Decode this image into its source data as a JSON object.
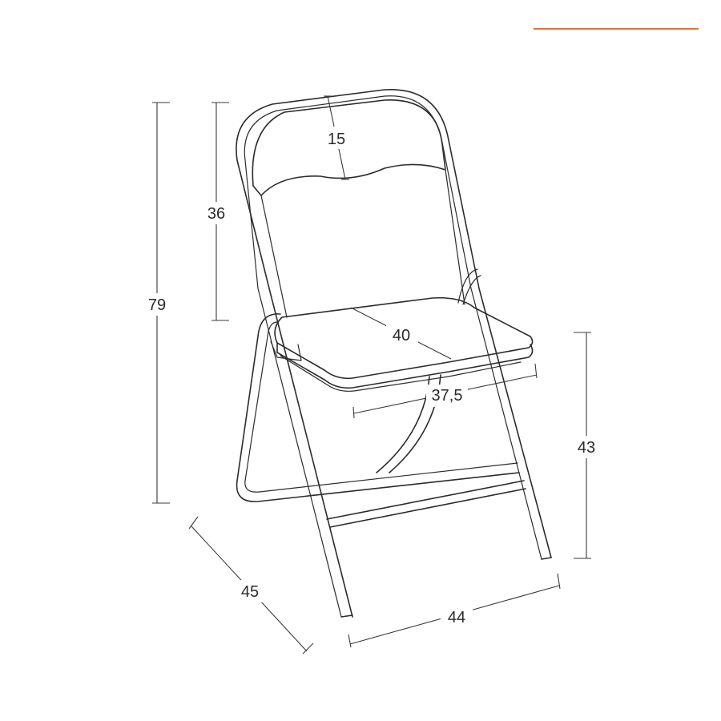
{
  "accent_color": "#e87535",
  "dimensions": {
    "backrest_pad_height": "15",
    "backrest_height": "36",
    "total_height": "79",
    "seat_depth": "40",
    "seat_width": "37,5",
    "seat_height": "43",
    "chair_depth": "45",
    "chair_width": "44"
  }
}
